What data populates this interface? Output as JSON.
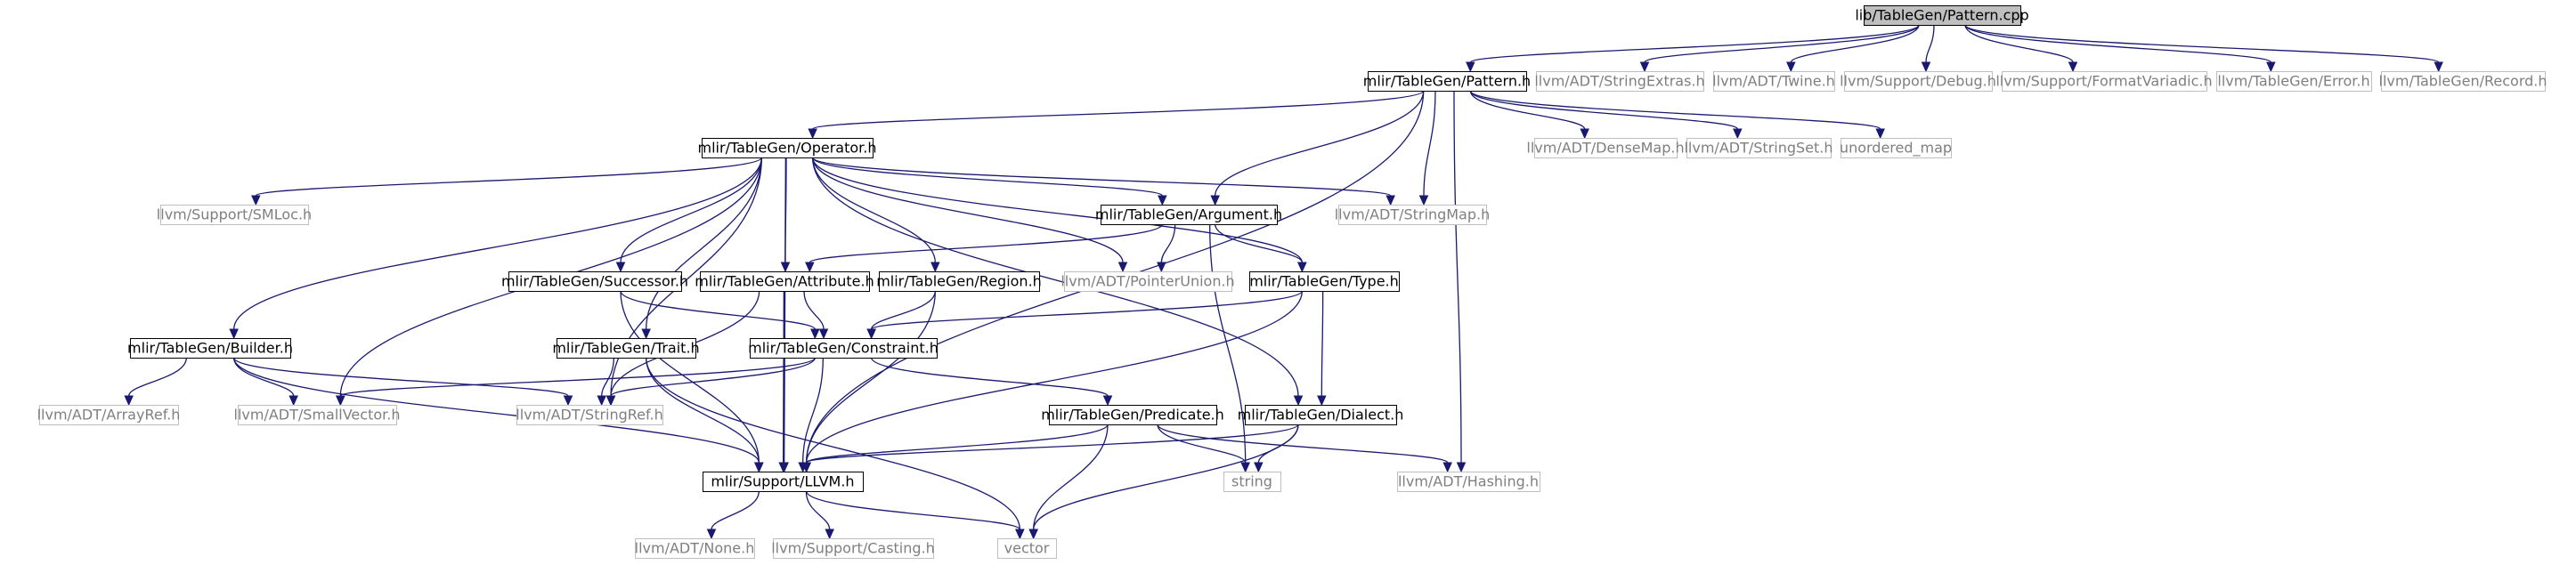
{
  "colors": {
    "edge": "#191970",
    "root_fill": "#bfbfbf",
    "internal_border": "#000000",
    "external_border": "#bfbfbf",
    "text": "#000000",
    "external_text": "#7f7f7f"
  },
  "nodes": [
    {
      "id": "root",
      "label": "lib/TableGen/Pattern.cpp",
      "kind": "root"
    },
    {
      "id": "pattern_h",
      "label": "mlir/TableGen/Pattern.h",
      "kind": "internal"
    },
    {
      "id": "stringextras",
      "label": "llvm/ADT/StringExtras.h",
      "kind": "external"
    },
    {
      "id": "twine",
      "label": "llvm/ADT/Twine.h",
      "kind": "external"
    },
    {
      "id": "debug",
      "label": "llvm/Support/Debug.h",
      "kind": "external"
    },
    {
      "id": "formatvariadic",
      "label": "llvm/Support/FormatVariadic.h",
      "kind": "external"
    },
    {
      "id": "error",
      "label": "llvm/TableGen/Error.h",
      "kind": "external"
    },
    {
      "id": "record",
      "label": "llvm/TableGen/Record.h",
      "kind": "external"
    },
    {
      "id": "operator_h",
      "label": "mlir/TableGen/Operator.h",
      "kind": "internal"
    },
    {
      "id": "densemap",
      "label": "llvm/ADT/DenseMap.h",
      "kind": "external"
    },
    {
      "id": "stringset",
      "label": "llvm/ADT/StringSet.h",
      "kind": "external"
    },
    {
      "id": "unordered_map",
      "label": "unordered_map",
      "kind": "external"
    },
    {
      "id": "smloc",
      "label": "llvm/Support/SMLoc.h",
      "kind": "external"
    },
    {
      "id": "argument_h",
      "label": "mlir/TableGen/Argument.h",
      "kind": "internal"
    },
    {
      "id": "stringmap",
      "label": "llvm/ADT/StringMap.h",
      "kind": "external"
    },
    {
      "id": "successor_h",
      "label": "mlir/TableGen/Successor.h",
      "kind": "internal"
    },
    {
      "id": "attribute_h",
      "label": "mlir/TableGen/Attribute.h",
      "kind": "internal"
    },
    {
      "id": "region_h",
      "label": "mlir/TableGen/Region.h",
      "kind": "internal"
    },
    {
      "id": "pointerunion",
      "label": "llvm/ADT/PointerUnion.h",
      "kind": "external"
    },
    {
      "id": "type_h",
      "label": "mlir/TableGen/Type.h",
      "kind": "internal"
    },
    {
      "id": "builder_h",
      "label": "mlir/TableGen/Builder.h",
      "kind": "internal"
    },
    {
      "id": "trait_h",
      "label": "mlir/TableGen/Trait.h",
      "kind": "internal"
    },
    {
      "id": "constraint_h",
      "label": "mlir/TableGen/Constraint.h",
      "kind": "internal"
    },
    {
      "id": "arrayref",
      "label": "llvm/ADT/ArrayRef.h",
      "kind": "external"
    },
    {
      "id": "smallvector",
      "label": "llvm/ADT/SmallVector.h",
      "kind": "external"
    },
    {
      "id": "stringref",
      "label": "llvm/ADT/StringRef.h",
      "kind": "external"
    },
    {
      "id": "predicate_h",
      "label": "mlir/TableGen/Predicate.h",
      "kind": "internal"
    },
    {
      "id": "dialect_h",
      "label": "mlir/TableGen/Dialect.h",
      "kind": "internal"
    },
    {
      "id": "string",
      "label": "string",
      "kind": "external"
    },
    {
      "id": "hashing",
      "label": "llvm/ADT/Hashing.h",
      "kind": "external"
    },
    {
      "id": "llvm_h",
      "label": "mlir/Support/LLVM.h",
      "kind": "internal"
    },
    {
      "id": "none",
      "label": "llvm/ADT/None.h",
      "kind": "external"
    },
    {
      "id": "casting",
      "label": "llvm/Support/Casting.h",
      "kind": "external"
    },
    {
      "id": "vector",
      "label": "vector",
      "kind": "external"
    }
  ],
  "edges": [
    [
      "root",
      "pattern_h"
    ],
    [
      "root",
      "stringextras"
    ],
    [
      "root",
      "twine"
    ],
    [
      "root",
      "debug"
    ],
    [
      "root",
      "formatvariadic"
    ],
    [
      "root",
      "error"
    ],
    [
      "root",
      "record"
    ],
    [
      "pattern_h",
      "operator_h"
    ],
    [
      "pattern_h",
      "llvm_h"
    ],
    [
      "pattern_h",
      "argument_h"
    ],
    [
      "pattern_h",
      "stringmap"
    ],
    [
      "pattern_h",
      "densemap"
    ],
    [
      "pattern_h",
      "stringset"
    ],
    [
      "pattern_h",
      "unordered_map"
    ],
    [
      "pattern_h",
      "hashing"
    ],
    [
      "operator_h",
      "smloc"
    ],
    [
      "operator_h",
      "builder_h"
    ],
    [
      "operator_h",
      "smallvector"
    ],
    [
      "operator_h",
      "stringref"
    ],
    [
      "operator_h",
      "trait_h"
    ],
    [
      "operator_h",
      "llvm_h"
    ],
    [
      "operator_h",
      "successor_h"
    ],
    [
      "operator_h",
      "attribute_h"
    ],
    [
      "operator_h",
      "region_h"
    ],
    [
      "operator_h",
      "pointerunion"
    ],
    [
      "operator_h",
      "type_h"
    ],
    [
      "operator_h",
      "argument_h"
    ],
    [
      "operator_h",
      "stringmap"
    ],
    [
      "operator_h",
      "dialect_h"
    ],
    [
      "argument_h",
      "attribute_h"
    ],
    [
      "argument_h",
      "pointerunion"
    ],
    [
      "argument_h",
      "type_h"
    ],
    [
      "argument_h",
      "string"
    ],
    [
      "successor_h",
      "constraint_h"
    ],
    [
      "successor_h",
      "llvm_h"
    ],
    [
      "attribute_h",
      "constraint_h"
    ],
    [
      "attribute_h",
      "stringref"
    ],
    [
      "attribute_h",
      "llvm_h"
    ],
    [
      "region_h",
      "constraint_h"
    ],
    [
      "region_h",
      "llvm_h"
    ],
    [
      "type_h",
      "constraint_h"
    ],
    [
      "type_h",
      "dialect_h"
    ],
    [
      "type_h",
      "llvm_h"
    ],
    [
      "builder_h",
      "arrayref"
    ],
    [
      "builder_h",
      "smallvector"
    ],
    [
      "builder_h",
      "stringref"
    ],
    [
      "builder_h",
      "llvm_h"
    ],
    [
      "trait_h",
      "stringref"
    ],
    [
      "trait_h",
      "llvm_h"
    ],
    [
      "trait_h",
      "vector"
    ],
    [
      "constraint_h",
      "smallvector"
    ],
    [
      "constraint_h",
      "stringref"
    ],
    [
      "constraint_h",
      "llvm_h"
    ],
    [
      "constraint_h",
      "predicate_h"
    ],
    [
      "predicate_h",
      "llvm_h"
    ],
    [
      "predicate_h",
      "string"
    ],
    [
      "predicate_h",
      "hashing"
    ],
    [
      "predicate_h",
      "vector"
    ],
    [
      "dialect_h",
      "llvm_h"
    ],
    [
      "dialect_h",
      "string"
    ],
    [
      "dialect_h",
      "vector"
    ],
    [
      "llvm_h",
      "none"
    ],
    [
      "llvm_h",
      "casting"
    ],
    [
      "llvm_h",
      "vector"
    ]
  ]
}
